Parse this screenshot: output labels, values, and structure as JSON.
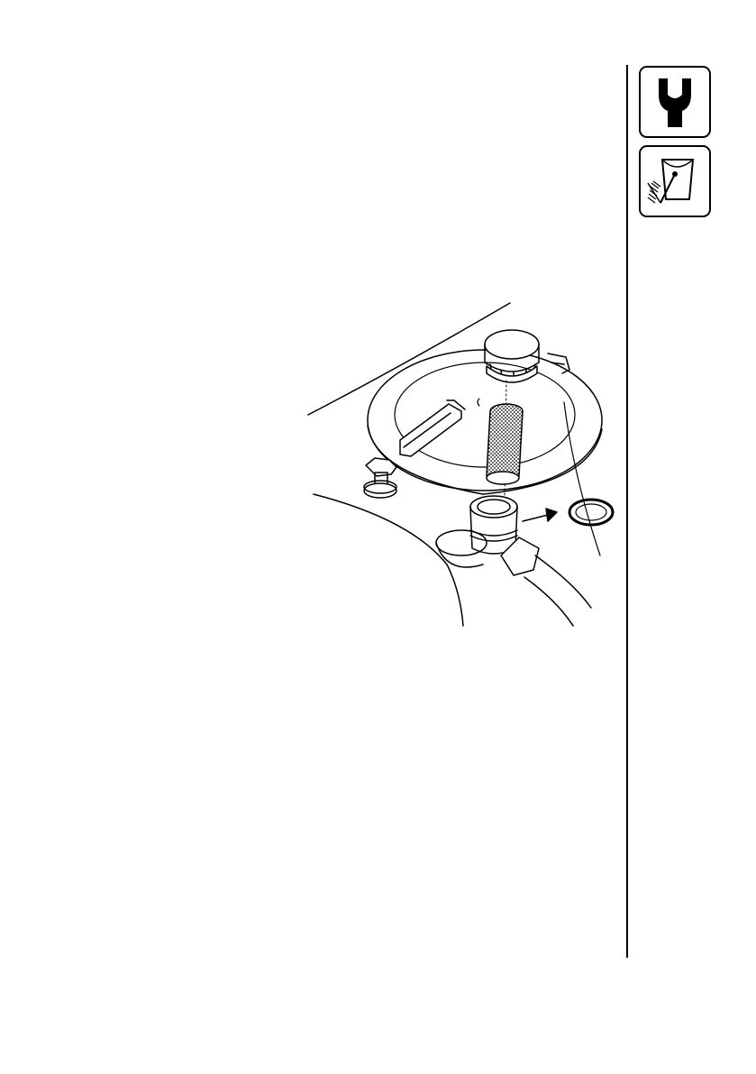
{
  "page": {
    "background": "#ffffff",
    "ink": "#000000"
  },
  "sidebar": {
    "icons": [
      {
        "name": "wrench-icon"
      },
      {
        "name": "bucket-brush-icon"
      }
    ]
  },
  "figure": {
    "parts": [
      "filler-cap",
      "strainer-filter",
      "tank-lid",
      "lid-clamp",
      "drain-knob",
      "outlet-fitting",
      "o-ring",
      "arrow",
      "hose"
    ]
  }
}
